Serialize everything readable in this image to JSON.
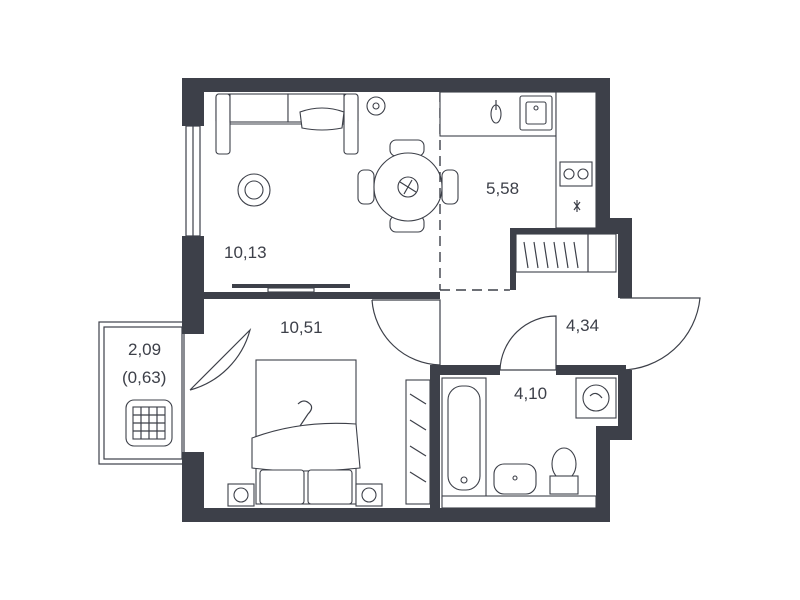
{
  "rooms": {
    "living_kitchen": {
      "area": "10,13"
    },
    "kitchen": {
      "area": "5,58"
    },
    "bedroom": {
      "area": "10,51"
    },
    "hall": {
      "area": "4,34"
    },
    "bathroom": {
      "area": "4,10"
    },
    "balcony": {
      "area": "2,09",
      "reduced_area": "(0,63)"
    }
  },
  "colors": {
    "wall": "#3d4049",
    "background": "#ffffff"
  },
  "icons": [
    "sofa-icon",
    "dining-table-icon",
    "armchair-icon",
    "tv-icon",
    "bed-icon",
    "wardrobe-icon",
    "bathtub-icon",
    "sink-icon",
    "toilet-icon",
    "washing-machine-icon",
    "stove-icon",
    "kitchen-sink-icon",
    "plant-icon"
  ]
}
